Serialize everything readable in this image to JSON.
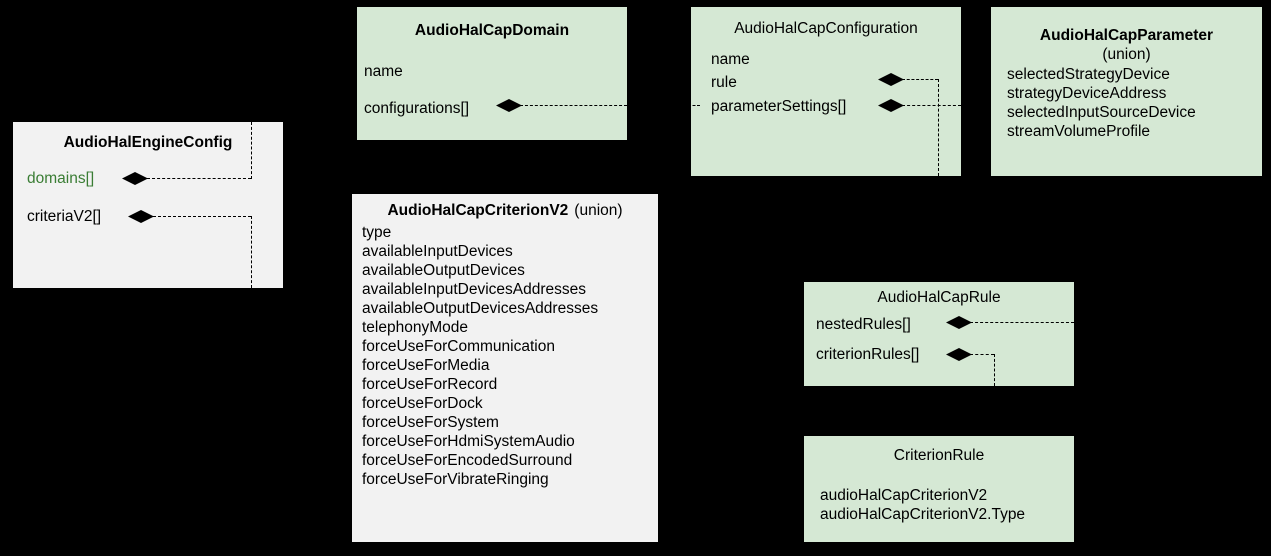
{
  "diagram": {
    "title_hidden": "",
    "background_color": "#000000",
    "entity_fill_green": "#d5e8d4",
    "entity_fill_grey": "#f2f2f2",
    "accent_text_green": "#3a7d34"
  },
  "boxes": {
    "engine_config": {
      "title": "AudioHalEngineConfig",
      "attrs": [
        "domains[]",
        "criteriaV2[]"
      ]
    },
    "cap_domain": {
      "title": "AudioHalCapDomain",
      "attrs": [
        "name",
        "configurations[]"
      ]
    },
    "cap_configuration": {
      "title": "AudioHalCapConfiguration",
      "attrs": [
        "name",
        "rule",
        "parameterSettings[]"
      ]
    },
    "cap_parameter": {
      "title": "AudioHalCapParameter",
      "subtitle": "(union)",
      "attrs": [
        "selectedStrategyDevice",
        "strategyDeviceAddress",
        "selectedInputSourceDevice",
        "streamVolumeProfile"
      ]
    },
    "cap_criterion_v2": {
      "title": "AudioHalCapCriterionV2",
      "title_suffix": "(union)",
      "attrs": [
        "type",
        "availableInputDevices",
        "availableOutputDevices",
        "availableInputDevicesAddresses",
        "availableOutputDevicesAddresses",
        "telephonyMode",
        "forceUseForCommunication",
        "forceUseForMedia",
        "forceUseForRecord",
        "forceUseForDock",
        "forceUseForSystem",
        "forceUseForHdmiSystemAudio",
        "forceUseForEncodedSurround",
        "forceUseForVibrateRinging"
      ]
    },
    "cap_rule": {
      "title": "AudioHalCapRule",
      "attrs": [
        "nestedRules[]",
        "criterionRules[]"
      ]
    },
    "criterion_rule": {
      "title": "CriterionRule",
      "attrs": [
        "audioHalCapCriterionV2",
        "audioHalCapCriterionV2.Type"
      ]
    }
  }
}
